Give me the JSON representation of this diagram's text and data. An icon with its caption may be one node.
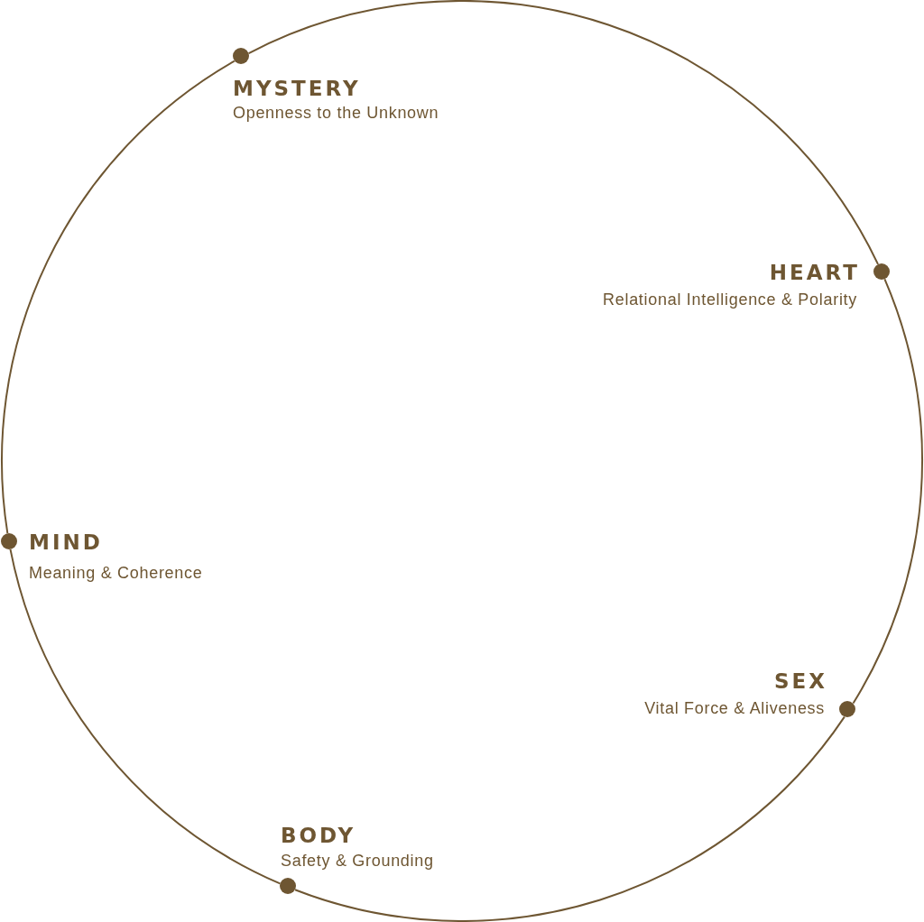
{
  "diagram": {
    "nodes": [
      {
        "text": [],
        "shape": "circle",
        "beside": [
          "MYSTERY",
          "Openness to the Unknown"
        ]
      },
      {
        "text": [],
        "shape": "circle",
        "beside": [
          "HEART",
          "Relational Intelligence & Polarity"
        ]
      },
      {
        "text": [],
        "shape": "circle",
        "beside": [
          "MIND",
          "Meaning & Coherence"
        ]
      },
      {
        "text": [],
        "shape": "circle",
        "beside": [
          "SEX",
          "Vital Force & Aliveness"
        ]
      },
      {
        "text": [],
        "shape": "circle",
        "beside": [
          "BODY",
          "Safety & Grounding"
        ]
      }
    ],
    "edges": [
      {
        "from": 0,
        "to": 1,
        "arrow": "none"
      },
      {
        "from": 1,
        "to": 3,
        "arrow": "none"
      },
      {
        "from": 3,
        "to": 4,
        "arrow": "none"
      },
      {
        "from": 4,
        "to": 2,
        "arrow": "none"
      },
      {
        "from": 2,
        "to": 0,
        "arrow": "none"
      }
    ]
  }
}
